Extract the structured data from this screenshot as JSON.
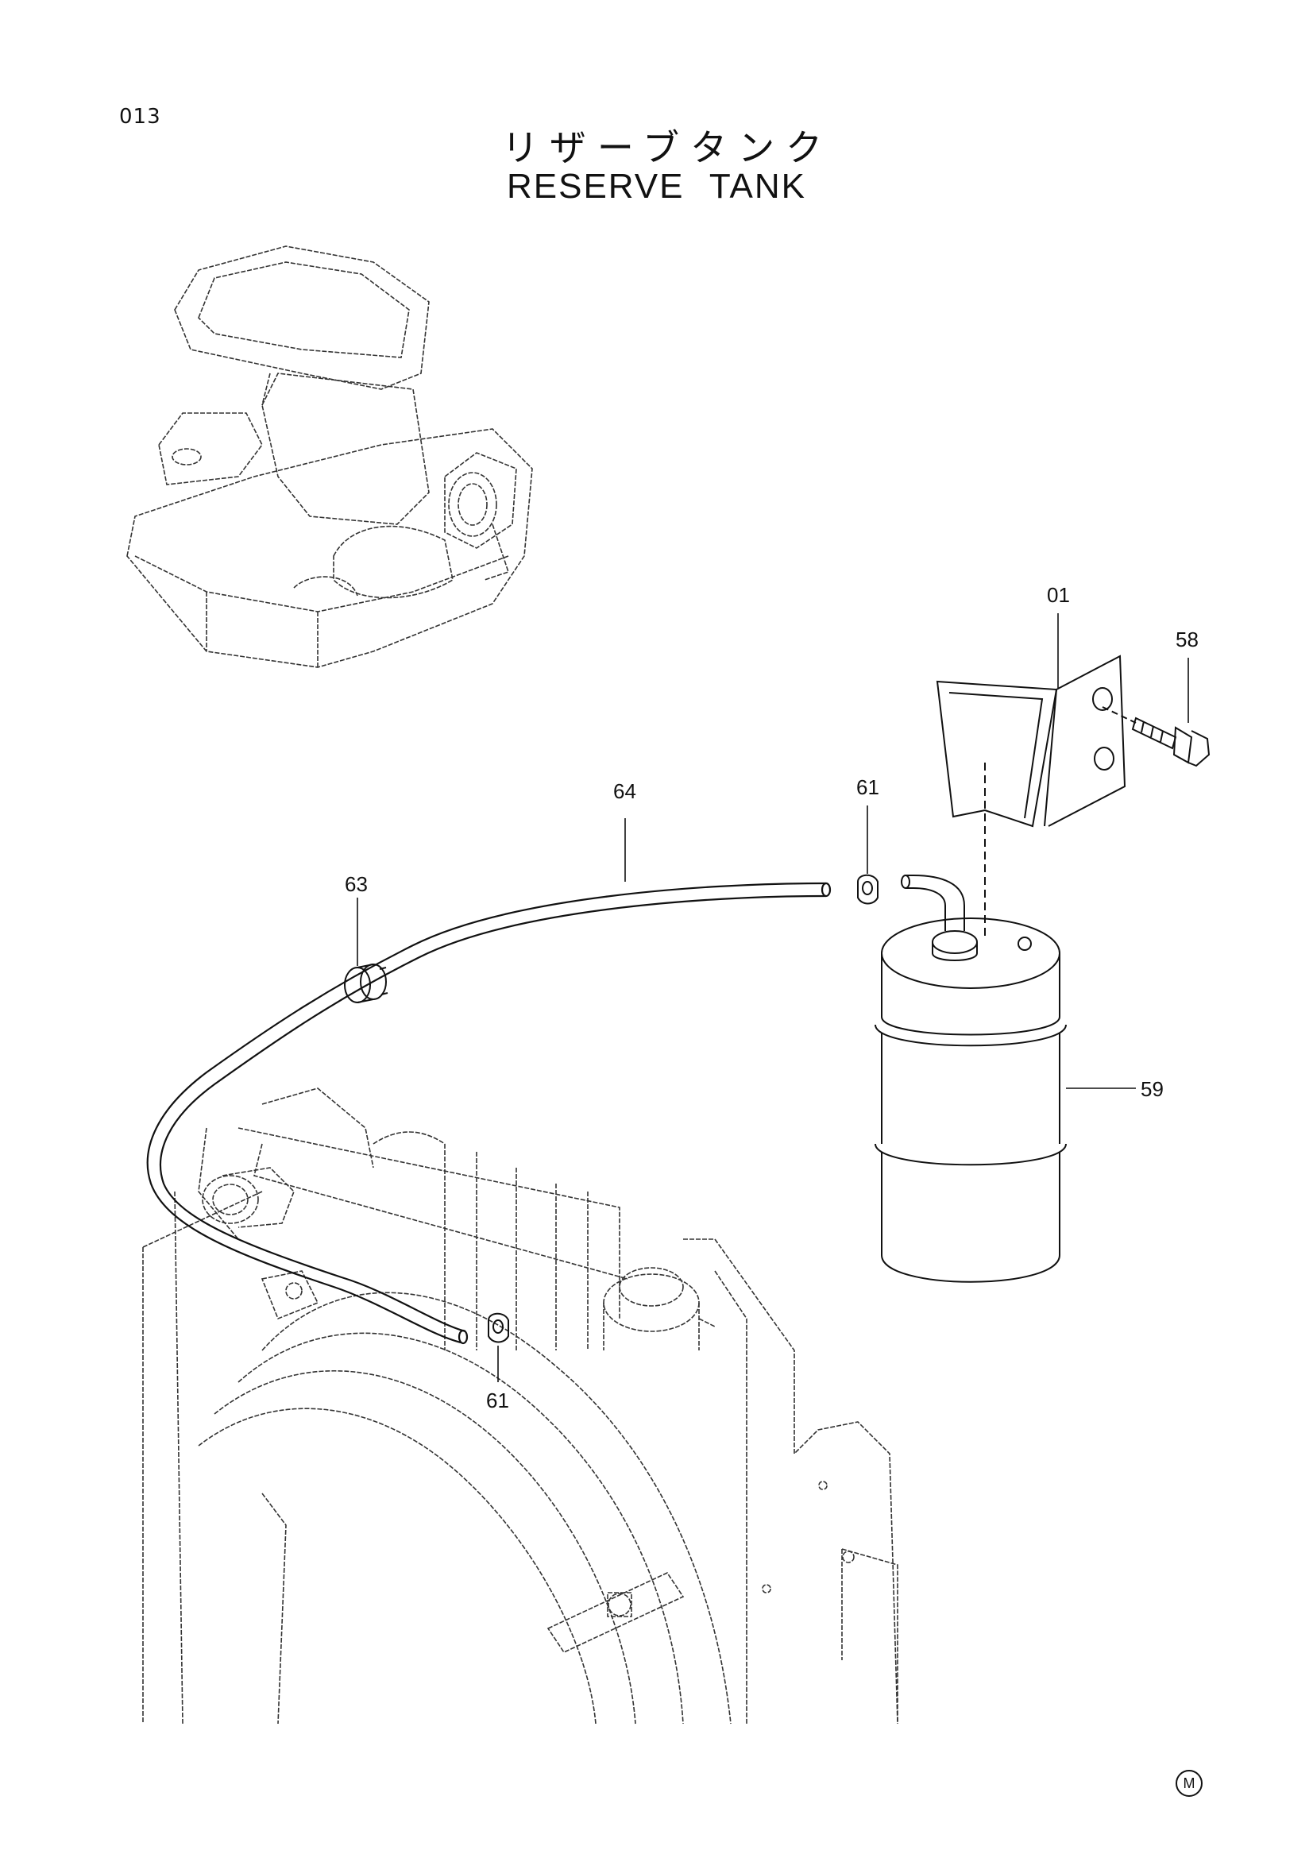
{
  "page_code": "013",
  "title_jp": "リザーブタンク",
  "title_en": "RESERVE  TANK",
  "parts": [
    {
      "ref": "01",
      "name": "bracket"
    },
    {
      "ref": "58",
      "name": "bolt"
    },
    {
      "ref": "61",
      "name": "clip"
    },
    {
      "ref": "64",
      "name": "hose"
    },
    {
      "ref": "63",
      "name": "grommet"
    },
    {
      "ref": "59",
      "name": "reserve tank"
    },
    {
      "ref": "61",
      "name": "clip"
    }
  ],
  "corner_mark": "M"
}
